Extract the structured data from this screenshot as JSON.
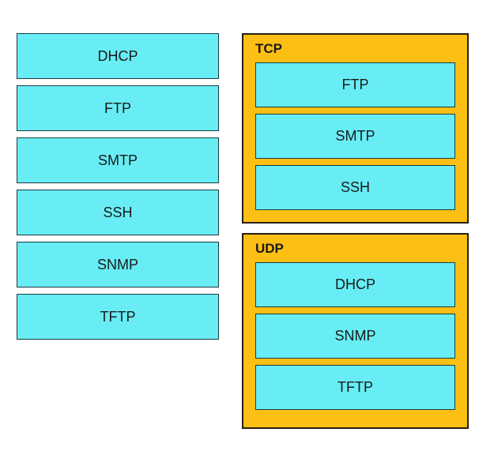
{
  "colors": {
    "background": "#FFFFFF",
    "item_fill": "#68EDF5",
    "item_border": "#1A3C42",
    "zone_fill": "#FCBF14",
    "zone_border": "#262014",
    "text": "#1A1A1A"
  },
  "source_list": {
    "items": [
      "DHCP",
      "FTP",
      "SMTP",
      "SSH",
      "SNMP",
      "TFTP"
    ]
  },
  "zones": [
    {
      "title": "TCP",
      "items": [
        "FTP",
        "SMTP",
        "SSH"
      ]
    },
    {
      "title": "UDP",
      "items": [
        "DHCP",
        "SNMP",
        "TFTP"
      ]
    }
  ]
}
